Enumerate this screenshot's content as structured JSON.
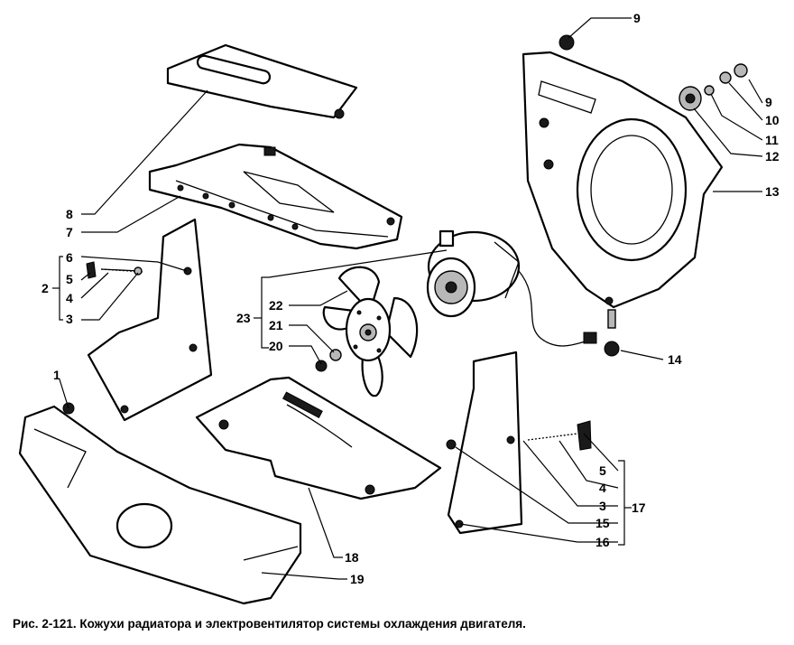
{
  "caption": "Рис. 2-121. Кожухи радиатора и электровентилятор системы охлаждения двигателя.",
  "callouts": {
    "c1": "1",
    "c2": "2",
    "c3a": "3",
    "c4a": "4",
    "c5a": "5",
    "c6": "6",
    "c7": "7",
    "c8": "8",
    "c9a": "9",
    "c9b": "9",
    "c10": "10",
    "c11": "11",
    "c12": "12",
    "c13": "13",
    "c14": "14",
    "c15": "15",
    "c16": "16",
    "c17": "17",
    "c18": "18",
    "c19": "19",
    "c20": "20",
    "c21": "21",
    "c22": "22",
    "c23": "23",
    "c3b": "3",
    "c4b": "4",
    "c5b": "5"
  }
}
